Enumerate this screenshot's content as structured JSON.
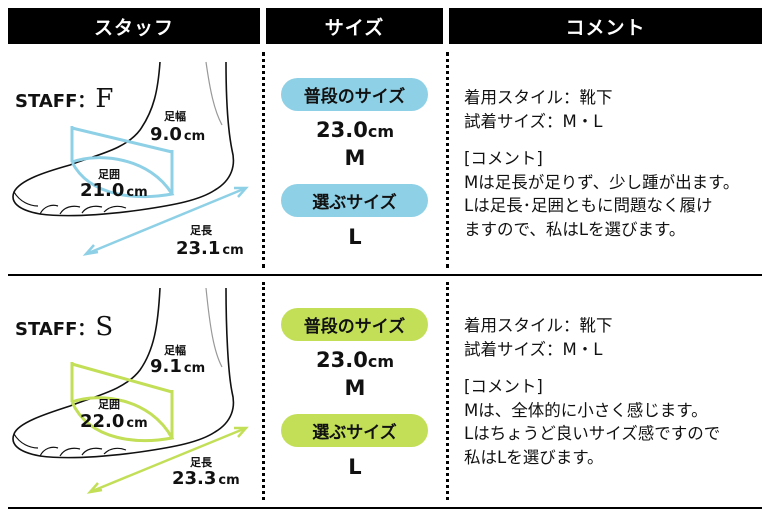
{
  "headers": {
    "staff": "スタッフ",
    "size": "サイズ",
    "comment": "コメント"
  },
  "colors": {
    "staff_f_accent": "#8ed0e6",
    "staff_s_accent": "#c2df57"
  },
  "rows": [
    {
      "staff_prefix": "STAFF：",
      "staff_letter": "F",
      "width_label": "足幅",
      "width_value": "9.0",
      "width_unit": "cm",
      "girth_label": "足囲",
      "girth_value": "21.0",
      "girth_unit": "cm",
      "length_label": "足長",
      "length_value": "23.1",
      "length_unit": "cm",
      "usual_size_label": "普段のサイズ",
      "usual_size_value": "23.0",
      "usual_size_unit": "cm",
      "usual_size_letter": "M",
      "chosen_size_label": "選ぶサイズ",
      "chosen_size_value": "L",
      "comment_lines": [
        "着用スタイル：靴下",
        "試着サイズ：M・L"
      ],
      "comment_title": "[コメント]",
      "comment_body": [
        "Mは足長が足りず、少し踵が出ます。",
        "Lは足長･足囲ともに問題なく履け",
        "ますので、私はLを選びます。"
      ]
    },
    {
      "staff_prefix": "STAFF：",
      "staff_letter": "S",
      "width_label": "足幅",
      "width_value": "9.1",
      "width_unit": "cm",
      "girth_label": "足囲",
      "girth_value": "22.0",
      "girth_unit": "cm",
      "length_label": "足長",
      "length_value": "23.3",
      "length_unit": "cm",
      "usual_size_label": "普段のサイズ",
      "usual_size_value": "23.0",
      "usual_size_unit": "cm",
      "usual_size_letter": "M",
      "chosen_size_label": "選ぶサイズ",
      "chosen_size_value": "L",
      "comment_lines": [
        "着用スタイル：靴下",
        "試着サイズ：M・L"
      ],
      "comment_title": "[コメント]",
      "comment_body": [
        "Mは、全体的に小さく感じます。",
        "Lはちょうど良いサイズ感ですので",
        "私はLを選びます。"
      ]
    }
  ]
}
